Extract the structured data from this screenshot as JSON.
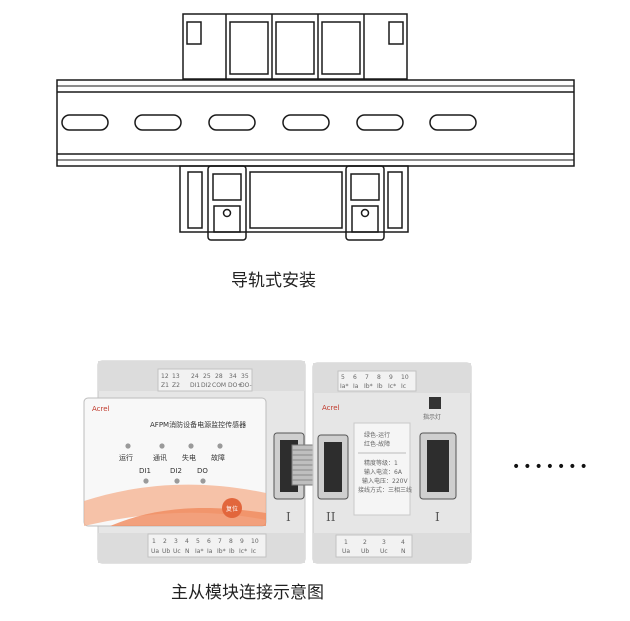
{
  "captions": {
    "top": "导轨式安装",
    "bottom": "主从模块连接示意图"
  },
  "ellipsis": "•••••••",
  "master_module": {
    "brand": "Acrel",
    "product_name": "AFPM消防设备电源监控传感器",
    "indicators": [
      "运行",
      "通讯",
      "失电",
      "故障"
    ],
    "io_labels": [
      "DI1",
      "DI2",
      "DO"
    ],
    "reset_label": "复位",
    "terminal_top_numbers": [
      "12",
      "13",
      "24",
      "25",
      "28",
      "34",
      "35"
    ],
    "terminal_top_labels": [
      "Z1",
      "Z2",
      "DI1",
      "DI2",
      "COM",
      "DO+",
      "DO-"
    ],
    "terminal_bottom_numbers": [
      "1",
      "2",
      "3",
      "4",
      "5",
      "6",
      "7",
      "8",
      "9",
      "10"
    ],
    "terminal_bottom_labels": [
      "Ua",
      "Ub",
      "Uc",
      "N",
      "Ia*",
      "Ia",
      "Ib*",
      "Ib",
      "Ic*",
      "Ic"
    ],
    "port_label": "I"
  },
  "slave_module": {
    "brand": "Acrel",
    "left_port_label": "II",
    "right_port_label": "I",
    "status_lines": [
      "绿色-运行",
      "红色-故障"
    ],
    "spec_lines": [
      "精度等级：1",
      "输入电流：6A",
      "输入电压：220V",
      "接线方式：三相三线"
    ],
    "top_right_label": "指示灯",
    "terminal_top_numbers": [
      "5",
      "6",
      "7",
      "8",
      "9",
      "10"
    ],
    "terminal_top_labels": [
      "Ia*",
      "Ia",
      "Ib*",
      "Ib",
      "Ic*",
      "Ic"
    ],
    "terminal_bottom_numbers": [
      "1",
      "2",
      "3",
      "4"
    ],
    "terminal_bottom_labels": [
      "Ua",
      "Ub",
      "Uc",
      "N"
    ]
  },
  "colors": {
    "line": "#1a1a1a",
    "module_body": "#e9e9e9",
    "panel": "#f7f7f7",
    "accent_orange": "#f08a5d",
    "brand_red": "#c0392b"
  }
}
